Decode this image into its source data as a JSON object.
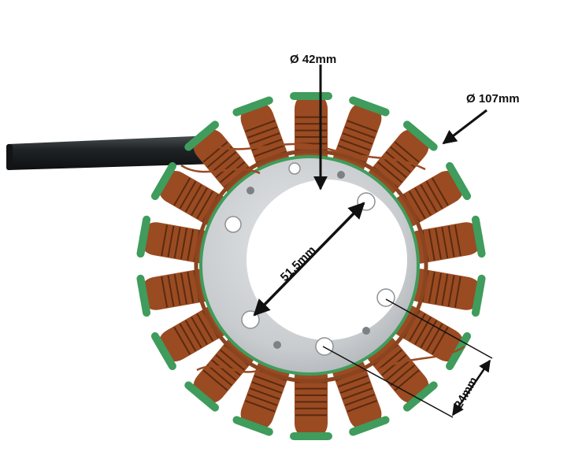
{
  "product": {
    "name": "motorcycle stator coil",
    "coil_count": 18,
    "mounting_hole_count": 6,
    "colors": {
      "copper": "#a0522d",
      "copper_dark": "#5a2a10",
      "insulator_green": "#3f9c5c",
      "plate_silver": "#c9cccf",
      "cable_black": "#1f2325"
    }
  },
  "dimensions": {
    "inner_diameter": "Ø 42mm",
    "outer_diameter": "Ø 107mm",
    "hole_span": "51,5mm",
    "height": "24mm"
  }
}
